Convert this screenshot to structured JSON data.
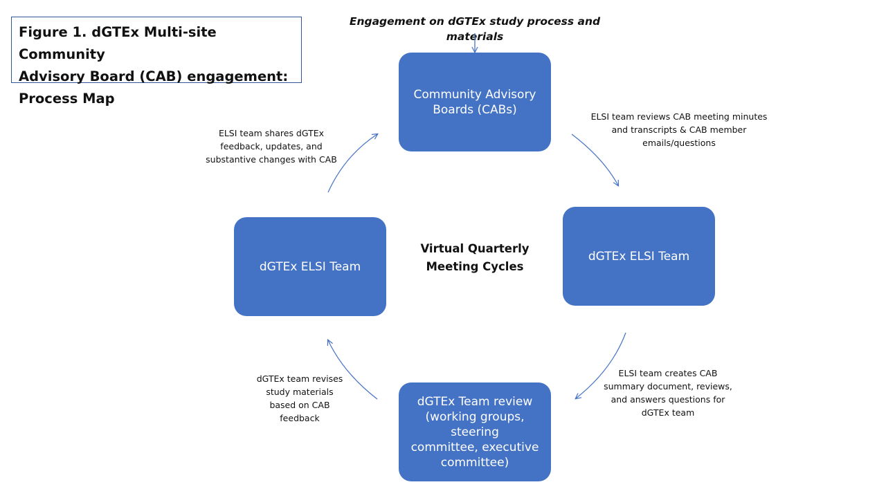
{
  "title": "Figure 1. dGTEx Multi-site Community\nAdvisory Board (CAB) engagement:\nProcess Map",
  "top_label": "Engagement on dGTEx study process and materials",
  "center_label": "Virtual Quarterly\nMeeting Cycles",
  "nodes": {
    "top": "Community Advisory\nBoards (CABs)",
    "right": "dGTEx ELSI Team",
    "bottom": "dGTEx Team review\n(working groups, steering\ncommittee, executive\ncommittee)",
    "left": "dGTEx ELSI Team"
  },
  "edge_labels": {
    "top_right": "ELSI team reviews CAB meeting minutes\nand transcripts & CAB member\nemails/questions",
    "bottom_right": "ELSI team creates CAB\nsummary document, reviews,\nand answers questions for\ndGTEx team",
    "bottom_left": "dGTEx team revises\nstudy materials\nbased on CAB\nfeedback",
    "top_left": "ELSI team shares dGTEx\nfeedback, updates, and\nsubstantive changes with CAB"
  },
  "colors": {
    "node_fill": "#4472c4",
    "arrow": "#4472c4",
    "title_border": "#2f5597"
  }
}
